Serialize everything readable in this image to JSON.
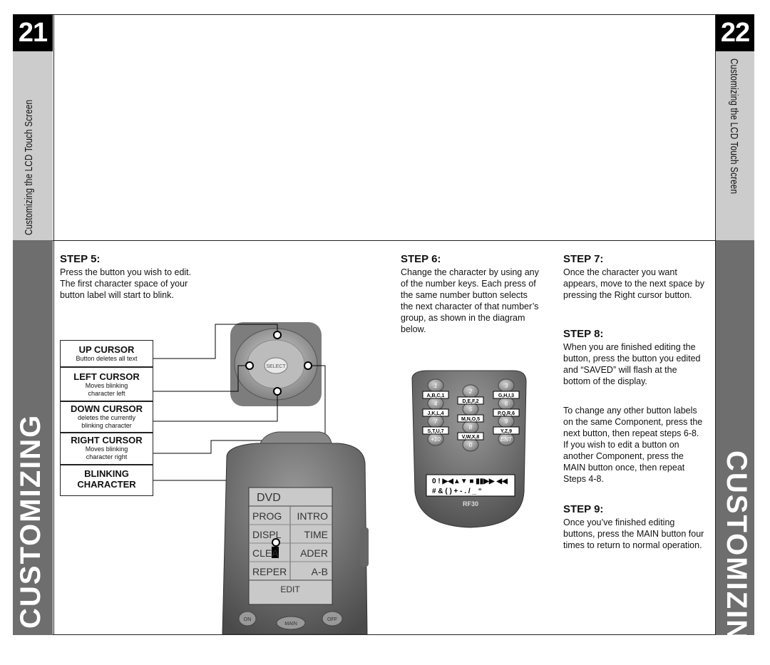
{
  "left_page": {
    "number": "21",
    "section_title": "Customizing the LCD Touch Screen",
    "chapter": "CUSTOMIZING"
  },
  "right_page": {
    "number": "22",
    "section_title": "Customizing the LCD Touch Screen",
    "chapter": "CUSTOMIZING"
  },
  "steps": {
    "step5": {
      "heading": "STEP 5:",
      "body": "Press the button you wish to edit. The first character space of your button label will start to blink."
    },
    "step6": {
      "heading": "STEP 6:",
      "body": "Change the character by using any of the number keys. Each press of the same number button selects the next character of that number’s group, as shown in the diagram below."
    },
    "step7": {
      "heading": "STEP 7:",
      "body": "Once the character you want appears, move to the next space by pressing the Right cursor button."
    },
    "step8": {
      "heading": "STEP  8:",
      "body": "When you are finished editing the button, press the button you edited and “SAVED” will flash at the bottom of the display.",
      "body2": "To change any other button labels on the same Component, press the next button, then repeat steps 6-8. If you wish to edit a button on another Component, press the MAIN button once, then repeat Steps 4-8."
    },
    "step9": {
      "heading": "STEP 9:",
      "body": "Once you’ve finished editing buttons, press the MAIN button four times to return to normal operation."
    }
  },
  "cursor_labels": [
    {
      "title": "UP CURSOR",
      "desc": "Button deletes all text"
    },
    {
      "title": "LEFT CURSOR",
      "desc": "Moves blinking character left"
    },
    {
      "title": "DOWN CURSOR",
      "desc": "deletes the currently blinking character"
    },
    {
      "title": "RIGHT CURSOR",
      "desc": "Moves blinking character right"
    },
    {
      "title": "BLINKING CHARACTER",
      "desc": ""
    }
  ],
  "lcd": {
    "header": "DVD",
    "rows": [
      [
        "PROG",
        "INTRO"
      ],
      [
        "DISPL",
        "TIME"
      ],
      [
        "CLEA",
        "ADER"
      ],
      [
        "REPER",
        "A-B"
      ]
    ],
    "footer": "EDIT",
    "buttons": [
      "ON",
      "MAIN",
      "OFF"
    ],
    "select_label": "SELECT"
  },
  "keypad": {
    "keys": [
      "1",
      "2",
      "3",
      "4",
      "5",
      "6",
      "7",
      "8",
      "9",
      "+10",
      "0",
      "ENT"
    ],
    "groups": [
      "A,B,C,1",
      "D,E,F,2",
      "G,H,I,3",
      "J,K,L,4",
      "M,N,O,5",
      "P,Q,R,6",
      "S,T,U,7",
      "V,W,X,8",
      "Y,Z,9"
    ],
    "symbols_row1": "0 ! ▶◀▲▼ ■ ▮▮▶▶ ◀◀",
    "symbols_row2": "# & ( ) + - . / _ “",
    "model": "RF30"
  },
  "colors": {
    "sidebar_light": "#cccccc",
    "sidebar_dark": "#6e6e6e",
    "page_number_bg": "#000000"
  }
}
